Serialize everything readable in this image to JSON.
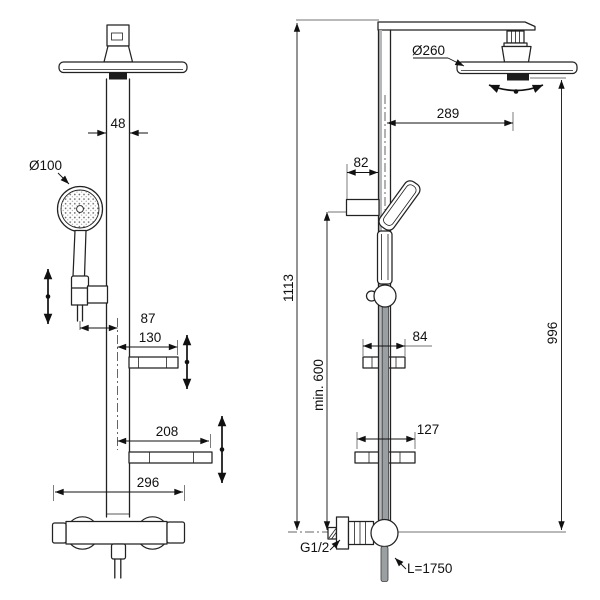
{
  "drawing": {
    "type": "technical-dimension-drawing",
    "subject": "shower-column-system",
    "colors": {
      "line": "#222222",
      "dimension": "#111111",
      "hose_gray": "#9aa0a2",
      "outlet_dark": "#1c1c1c",
      "background": "#ffffff"
    },
    "front_view": {
      "dim_column_width": "48",
      "dim_hand_shower_diameter": "Ø100",
      "dim_hand_shower_offset": "87",
      "dim_upper_shelf_width": "130",
      "dim_lower_shelf_width": "208",
      "dim_mixer_width": "296"
    },
    "side_view": {
      "dim_head_diameter": "Ø260",
      "dim_head_reach": "289",
      "dim_holder_depth": "82",
      "dim_overall_height": "1113",
      "dim_min_mounting_height": "min. 600",
      "dim_upper_shelf_depth": "84",
      "dim_head_height": "996",
      "dim_lower_shelf_depth": "127",
      "dim_inlet_connection": "G1/2",
      "dim_hose_length": "L=1750"
    }
  }
}
